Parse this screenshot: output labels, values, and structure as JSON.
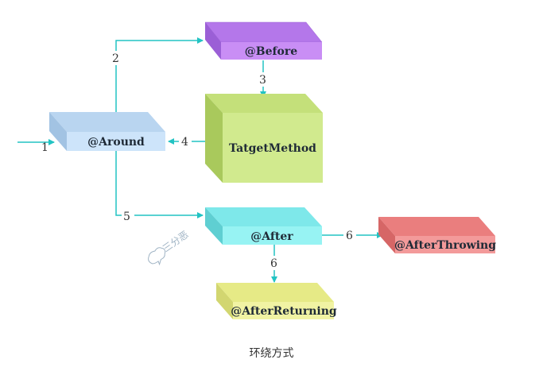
{
  "nodes": {
    "before": "@Before",
    "around": "@Around",
    "target": "TatgetMethod",
    "after": "@After",
    "after_throwing": "@AfterThrowing",
    "after_returning": "@AfterReturning"
  },
  "edges": {
    "e1": "1",
    "e2": "2",
    "e3": "3",
    "e4": "4",
    "e5": "5",
    "e6a": "6",
    "e6b": "6"
  },
  "watermark": "三分恶",
  "caption": "环绕方式",
  "colors": {
    "edge": "#22c3c3",
    "around": "#c7e0f7",
    "before": "#c487f2",
    "target": "#cfe88a",
    "after": "#8ff0f0",
    "after_throwing": "#f28f8f",
    "after_returning": "#eef29b"
  }
}
